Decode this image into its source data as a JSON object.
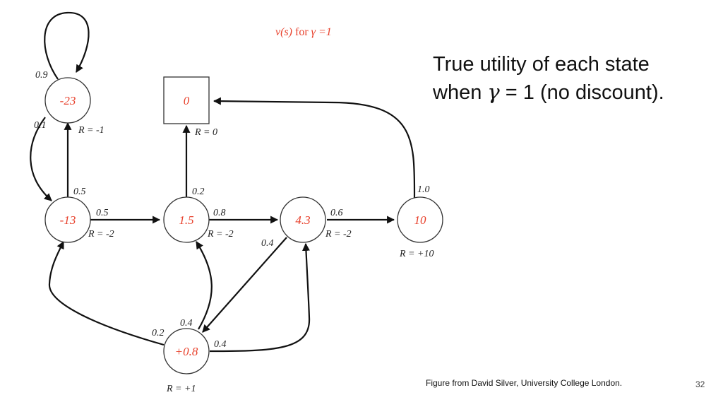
{
  "diagram": {
    "title": {
      "prefix": "v(s)",
      "mid": " for ",
      "expr": "γ =1"
    },
    "nodes": [
      {
        "id": "n23",
        "value": "-23",
        "reward": "R = -1"
      },
      {
        "id": "n13",
        "value": "-13",
        "reward": "R = -2"
      },
      {
        "id": "term",
        "value": "0",
        "reward": "R = 0"
      },
      {
        "id": "n15",
        "value": "1.5",
        "reward": "R = -2"
      },
      {
        "id": "n43",
        "value": "4.3",
        "reward": "R = -2"
      },
      {
        "id": "n10",
        "value": "10",
        "reward": "R = +10"
      },
      {
        "id": "n08",
        "value": "+0.8",
        "reward": "R = +1"
      }
    ],
    "edges": [
      {
        "from": "n23",
        "to": "n23",
        "prob": "0.9"
      },
      {
        "from": "n23",
        "to": "n13",
        "prob": "0.1"
      },
      {
        "from": "n13",
        "to": "n23",
        "prob": "0.5"
      },
      {
        "from": "n13",
        "to": "n15",
        "prob": "0.5"
      },
      {
        "from": "n15",
        "to": "term",
        "prob": "0.2"
      },
      {
        "from": "n15",
        "to": "n43",
        "prob": "0.8"
      },
      {
        "from": "n43",
        "to": "n10",
        "prob": "0.6"
      },
      {
        "from": "n43",
        "to": "n08",
        "prob": "0.4"
      },
      {
        "from": "n10",
        "to": "term",
        "prob": "1.0"
      },
      {
        "from": "n08",
        "to": "n13",
        "prob": "0.2"
      },
      {
        "from": "n08",
        "to": "n15",
        "prob": "0.4"
      },
      {
        "from": "n08",
        "to": "n43",
        "prob": "0.4"
      }
    ]
  },
  "headline": {
    "line1": "True utility of each state",
    "line2_pre": "when ",
    "gamma": "γ",
    "line2_post": " = 1 (no discount)."
  },
  "footer": {
    "credit": "Figure from David Silver, University College London.",
    "page_number": "32"
  },
  "colors": {
    "value_text": "#e8412c",
    "edge": "#111111"
  }
}
